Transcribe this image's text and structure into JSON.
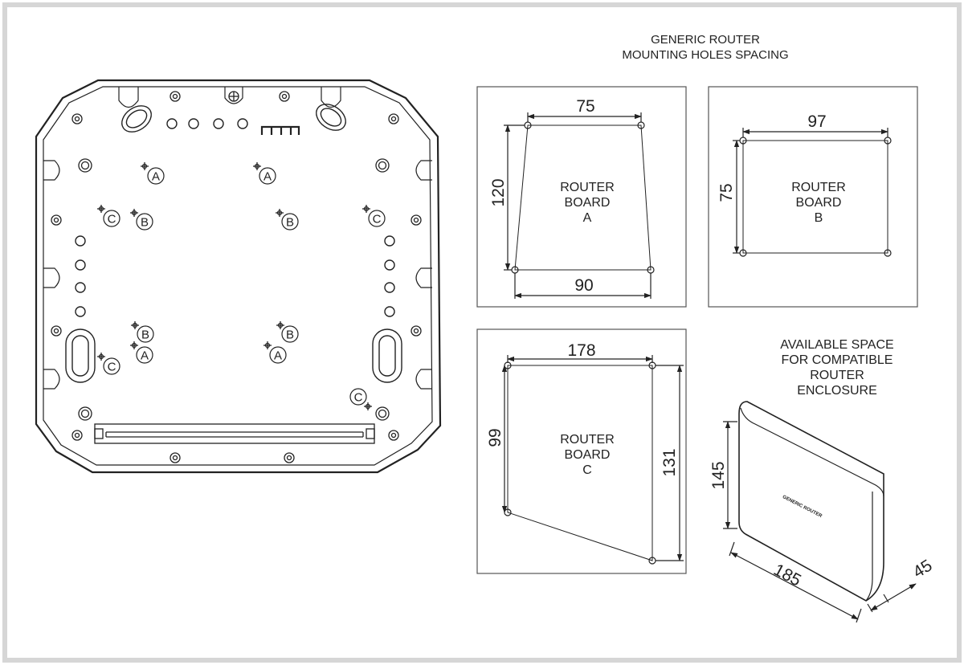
{
  "title": {
    "line1": "GENERIC ROUTER",
    "line2": "MOUNTING HOLES SPACING"
  },
  "base_plate": {
    "hole_labels": [
      "A",
      "B",
      "C"
    ]
  },
  "boards": [
    {
      "id": "a",
      "label": [
        "ROUTER",
        "BOARD",
        "A"
      ],
      "dimensions": {
        "top": "75",
        "bottom": "90",
        "left": "120"
      }
    },
    {
      "id": "b",
      "label": [
        "ROUTER",
        "BOARD",
        "B"
      ],
      "dimensions": {
        "top": "97",
        "left": "75"
      }
    },
    {
      "id": "c",
      "label": [
        "ROUTER",
        "BOARD",
        "C"
      ],
      "dimensions": {
        "top": "178",
        "left": "99",
        "right": "131"
      }
    }
  ],
  "enclosure": {
    "caption": [
      "AVAILABLE SPACE",
      "FOR COMPATIBLE",
      "ROUTER",
      "ENCLOSURE"
    ],
    "brand_text": "GENERIC ROUTER",
    "dimensions": {
      "height": "145",
      "length": "185",
      "depth": "45"
    }
  },
  "colors": {
    "frame": "#d6d6d6",
    "line": "#222222",
    "background": "#ffffff"
  }
}
